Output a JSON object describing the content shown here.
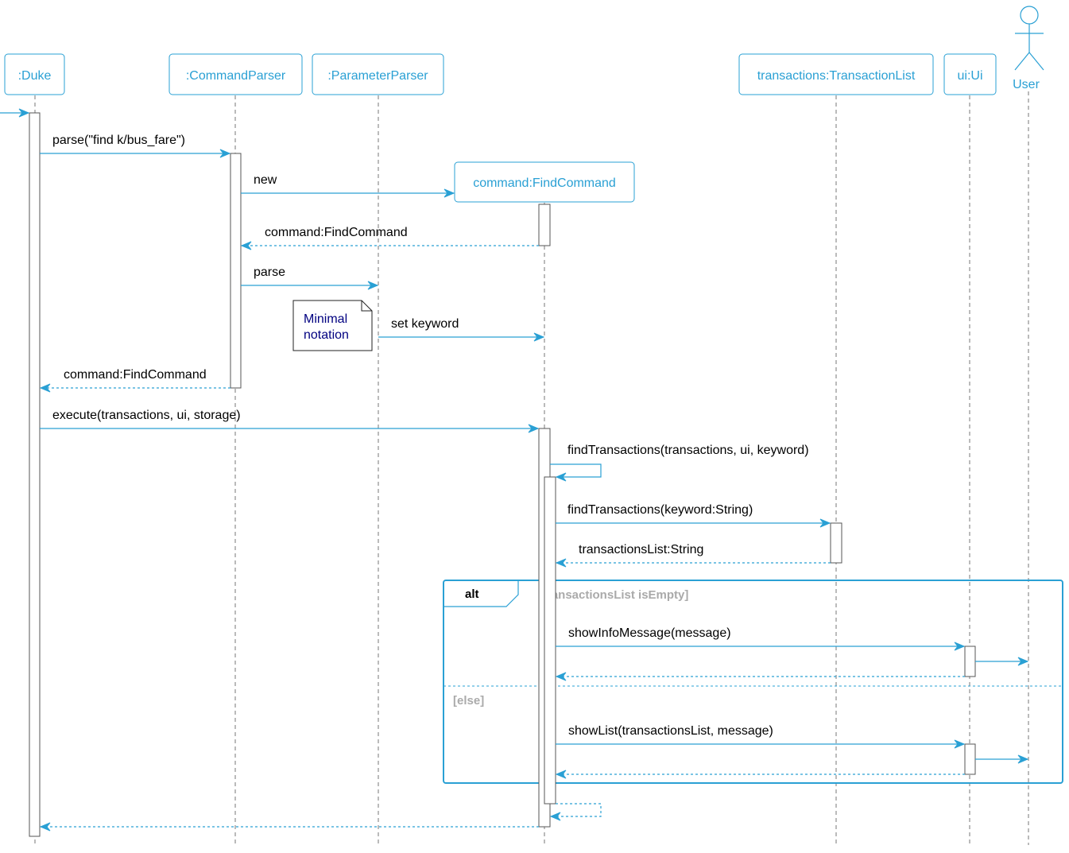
{
  "colors": {
    "accent": "#2aa0d4",
    "activation_border": "#555555",
    "note_text": "#000080",
    "guard_text": "#aaaaaa"
  },
  "participants": [
    {
      "id": "duke",
      "label": ":Duke"
    },
    {
      "id": "cmdparser",
      "label": ":CommandParser"
    },
    {
      "id": "paramparser",
      "label": ":ParameterParser"
    },
    {
      "id": "findcmd",
      "label": "command:FindCommand"
    },
    {
      "id": "txlist",
      "label": "transactions:TransactionList"
    },
    {
      "id": "ui",
      "label": "ui:Ui"
    },
    {
      "id": "user",
      "label": "User",
      "icon": "actor-stick-figure-icon"
    }
  ],
  "messages": {
    "parse_find": "parse(\"find k/bus_fare\")",
    "new": "new",
    "return_command_1": "command:FindCommand",
    "parse": "parse",
    "set_keyword": "set keyword",
    "return_command_2": "command:FindCommand",
    "execute": "execute(transactions, ui, storage)",
    "find_transactions_self": "findTransactions(transactions, ui, keyword)",
    "find_transactions_list": "findTransactions(keyword:String)",
    "return_transactions_list": "transactionsList:String",
    "show_info_message": "showInfoMessage(message)",
    "show_list": "showList(transactionsList, message)"
  },
  "note": {
    "line1": "Minimal",
    "line2": "notation"
  },
  "fragment": {
    "operator": "alt",
    "guard_if": "[transactionsList isEmpty]",
    "guard_else": "[else]"
  }
}
